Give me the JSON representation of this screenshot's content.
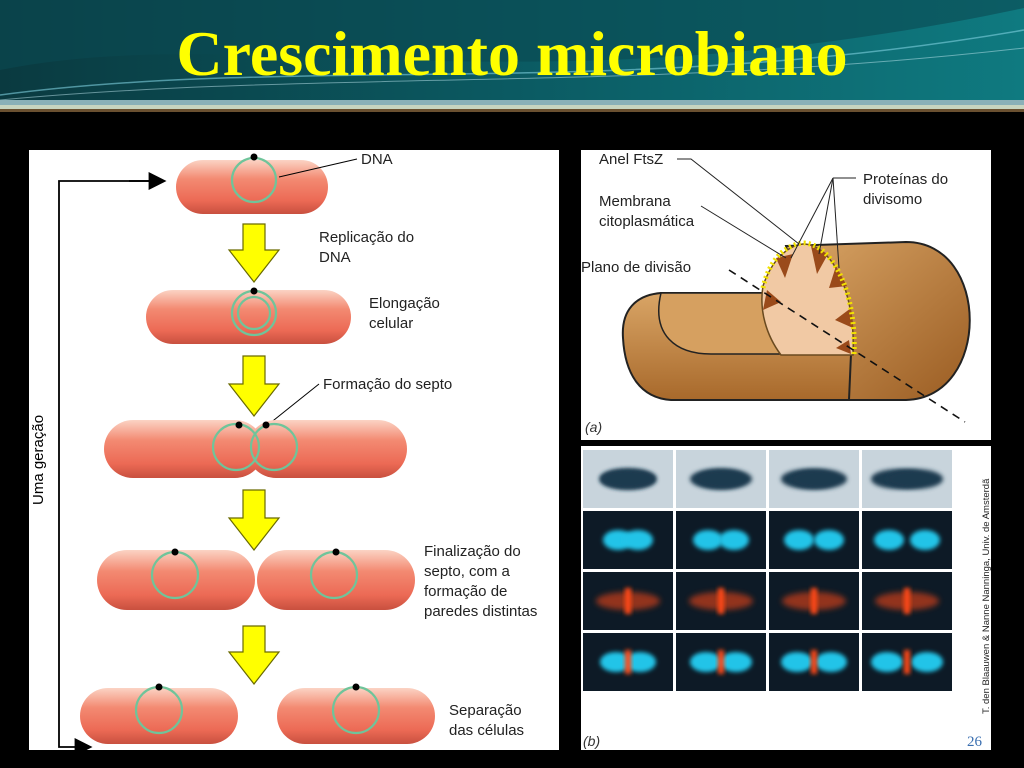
{
  "slide": {
    "title": "Crescimento microbiano",
    "number": "26"
  },
  "left_diagram": {
    "generation_label": "Uma geração",
    "labels": [
      [
        "DNA"
      ],
      [
        "Replicação do",
        "DNA"
      ],
      [
        "Elongação",
        "celular"
      ],
      [
        "Formação do septo"
      ],
      [
        "Finalização do",
        "septo, com a",
        "formação de",
        "paredes distintas"
      ],
      [
        "Separação",
        "das células"
      ]
    ]
  },
  "panel_a": {
    "labels": {
      "ftsz": [
        "Anel FtsZ"
      ],
      "membrane": [
        "Membrana",
        "citoplasmática"
      ],
      "proteins": [
        "Proteínas do",
        "divisomo"
      ],
      "plane": [
        "Plano de divisão"
      ]
    },
    "tag": "(a)"
  },
  "panel_b": {
    "tag": "(b)",
    "credit": "T. den Blaauwen & Nanne Nanninga, Univ. de Amsterdã",
    "rows": 4,
    "columns": 4
  },
  "colors": {
    "title": "#ffff00",
    "cell": "#f07c64",
    "nucleoid": "#6fc49a",
    "arrow": "#ffff00",
    "cell_3d": "#c98843",
    "fluor_blue": "#22c4e8",
    "fluor_red": "#ff4a14"
  }
}
